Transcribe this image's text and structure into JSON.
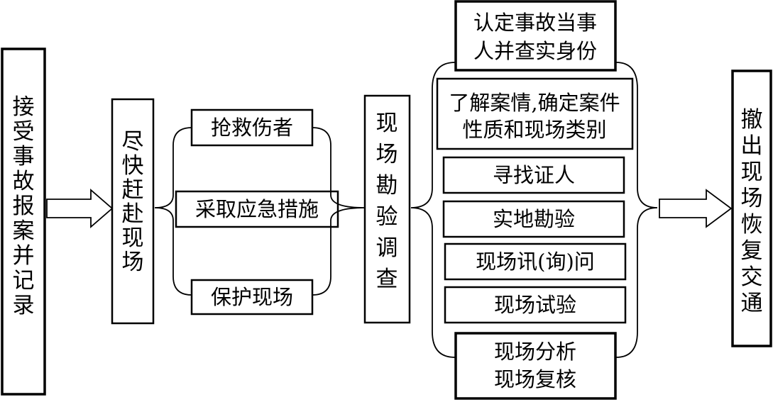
{
  "steps": {
    "receive_report": [
      "接",
      "受",
      "事",
      "故",
      "报",
      "案",
      "并",
      "记",
      "录"
    ],
    "rush_to_scene": [
      "尽",
      "快",
      "赶",
      "赴",
      "现",
      "场"
    ],
    "scene_survey": [
      "现",
      "场",
      "勘",
      "验",
      "调",
      "查"
    ],
    "clear_scene": [
      "撤",
      "出",
      "现",
      "场",
      "恢",
      "复",
      "交",
      "通"
    ]
  },
  "emergency_actions": {
    "rescue_injured": "抢救伤者",
    "emergency_measures": "采取应急措施",
    "protect_scene": "保护现场"
  },
  "survey_tasks": {
    "identify_parties": [
      "认定事故当事",
      "人并查实身份"
    ],
    "understand_case": [
      "了解案情,确定案件",
      "性质和现场类别"
    ],
    "find_witnesses": "寻找证人",
    "field_inspection": "实地勘验",
    "scene_inquiry": "现场讯(询)问",
    "scene_test": "现场试验",
    "scene_analysis": [
      "现场分析",
      "现场复核"
    ]
  }
}
